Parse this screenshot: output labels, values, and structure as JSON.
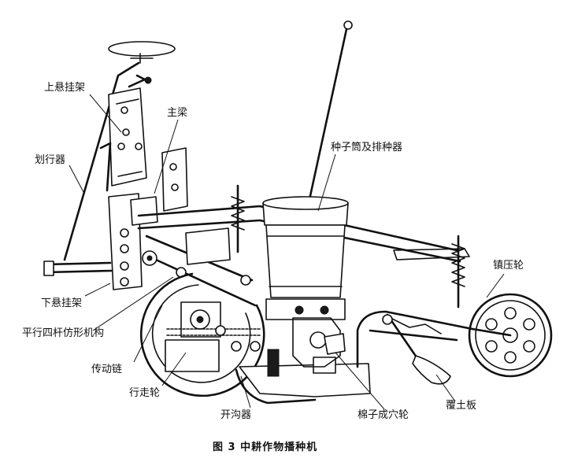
{
  "labels": {
    "upper_hitch": "上悬挂架",
    "main_beam": "主梁",
    "marker": "划行器",
    "seed_box": "种子筒及排种器",
    "press_wheel": "镇压轮",
    "lower_hitch": "下悬挂架",
    "parallel_linkage": "平行四杆仿形机构",
    "drive_chain": "传动链",
    "ground_wheel": "行走轮",
    "furrow_opener": "开沟器",
    "cotton_dibbler": "棉子成穴轮",
    "covering_board": "覆土板"
  },
  "caption": "图 3   中耕作物播种机"
}
